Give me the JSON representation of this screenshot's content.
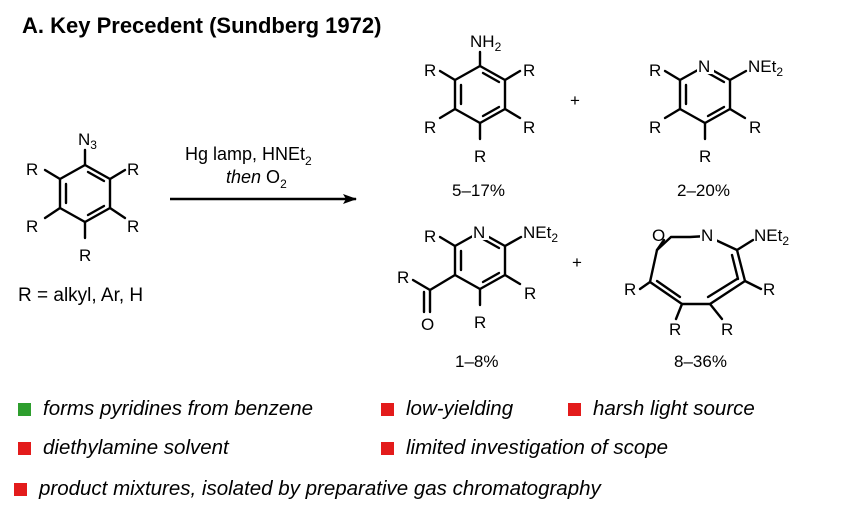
{
  "title": "A. Key Precedent (Sundberg 1972)",
  "reactant": {
    "azide": "N3",
    "substituent": "R",
    "r_definition": "R = alkyl, Ar, H"
  },
  "conditions": {
    "line1": "Hg lamp, HNEt2",
    "line2_italic": "then",
    "line2_rest": "O2"
  },
  "products": [
    {
      "name": "aniline",
      "label": "NH2",
      "yield": "5–17%"
    },
    {
      "name": "aminopyridine",
      "label": "NEt2",
      "yield": "2–20%"
    },
    {
      "name": "acylpyridine",
      "label": "NEt2",
      "yield": "1–8%"
    },
    {
      "name": "azepinone",
      "label": "NEt2",
      "yield": "8–36%"
    }
  ],
  "plus": "+",
  "notes": [
    {
      "text": "forms pyridines from benzene",
      "type": "pro"
    },
    {
      "text": "low-yielding",
      "type": "con"
    },
    {
      "text": "harsh light source",
      "type": "con"
    },
    {
      "text": "diethylamine solvent",
      "type": "con"
    },
    {
      "text": "limited investigation of scope",
      "type": "con"
    },
    {
      "text": "product mixtures, isolated by preparative gas chromatography",
      "type": "con"
    }
  ],
  "colors": {
    "pro": "#2e9e2e",
    "con": "#e31b1b",
    "ink": "#000000"
  }
}
